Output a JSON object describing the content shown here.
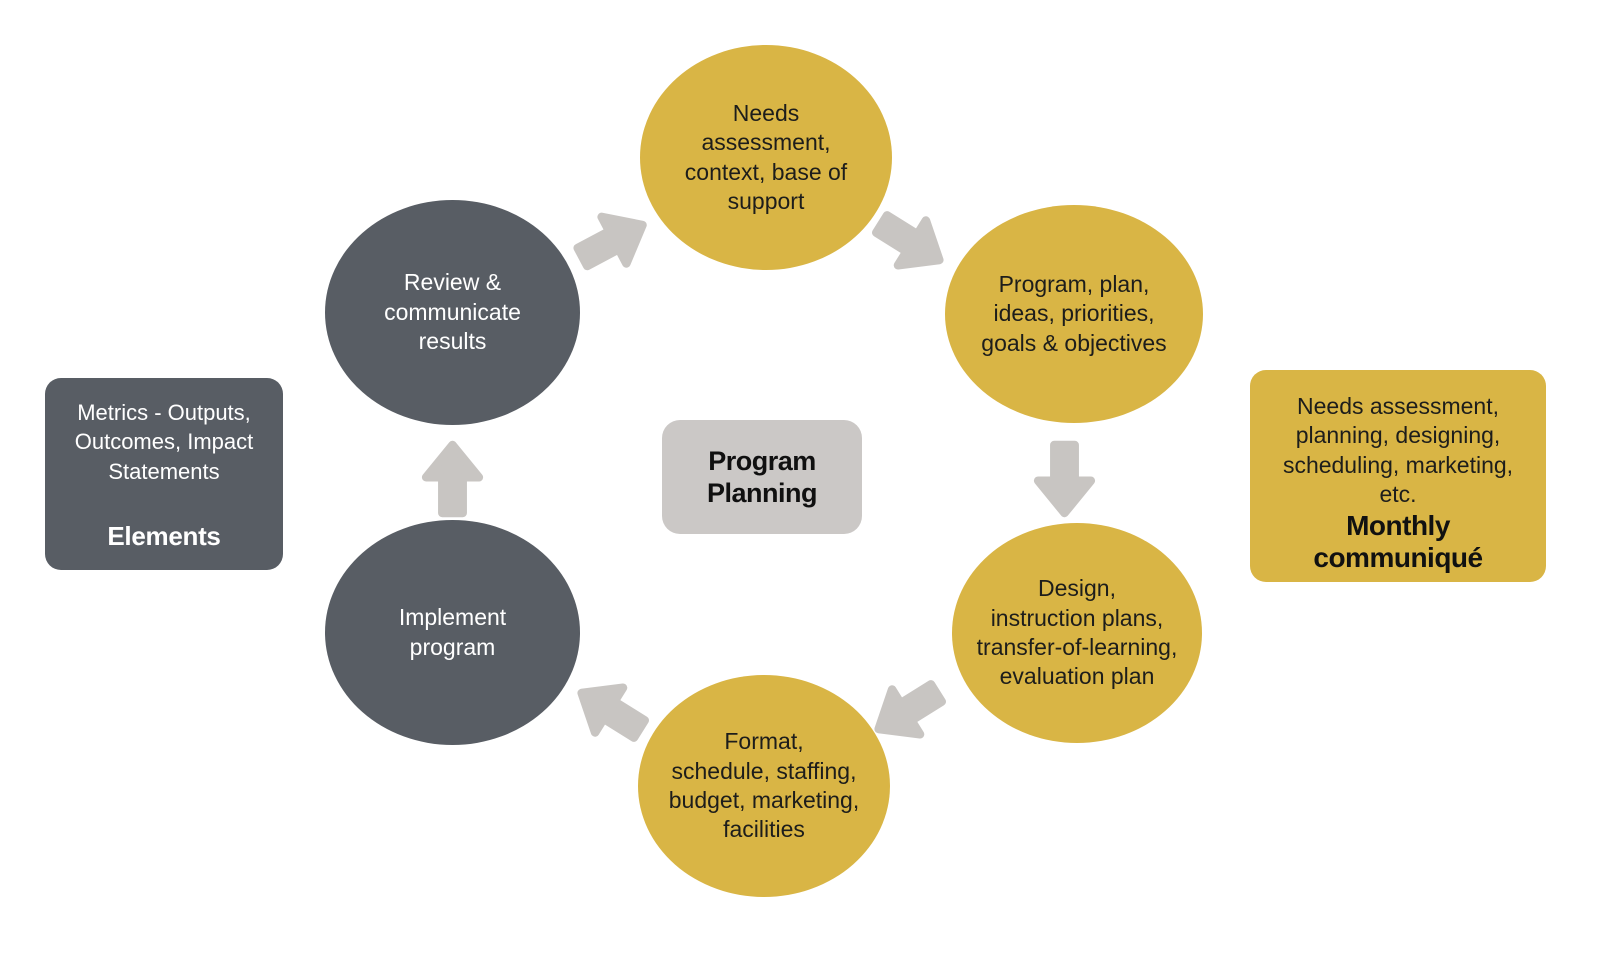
{
  "diagram": {
    "center_label": "Program\nPlanning",
    "nodes": [
      {
        "id": "needs-assessment",
        "label": "Needs\nassessment,\ncontext, base of\nsupport",
        "variant": "gold"
      },
      {
        "id": "program-plan",
        "label": "Program, plan,\nideas, priorities,\ngoals & objectives",
        "variant": "gold"
      },
      {
        "id": "design",
        "label": "Design,\ninstruction plans,\ntransfer-of-learning,\nevaluation plan",
        "variant": "gold"
      },
      {
        "id": "format",
        "label": "Format,\nschedule, staffing,\nbudget, marketing,\nfacilities",
        "variant": "gold"
      },
      {
        "id": "implement-program",
        "label": "Implement\nprogram",
        "variant": "dark"
      },
      {
        "id": "review-communicate",
        "label": "Review &\ncommunicate\nresults",
        "variant": "dark"
      }
    ],
    "callouts": {
      "left": {
        "body": "Metrics - Outputs,\nOutcomes, Impact\nStatements",
        "heading": "Elements"
      },
      "right": {
        "body": "Needs assessment,\nplanning, designing,\nscheduling, marketing,\netc.",
        "heading": "Monthly communiqué"
      }
    },
    "arrows": [
      "review-to-needs",
      "needs-to-program",
      "program-to-design",
      "design-to-format",
      "format-to-implement",
      "implement-to-review"
    ]
  },
  "colors": {
    "gold": "#d9b545",
    "dark": "#585d64",
    "arrow": "#c8c5c2",
    "center_box": "#cbc8c6",
    "text_dark": "#1d1d1b",
    "text_light": "#ffffff",
    "background": "#ffffff"
  }
}
